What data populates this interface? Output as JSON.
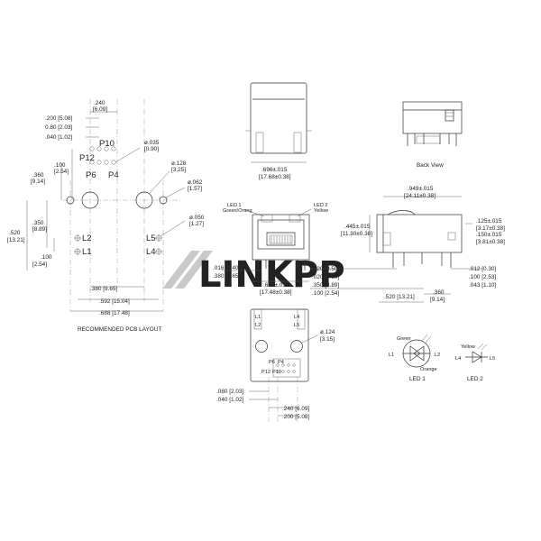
{
  "watermark": {
    "brand_a": "LINK",
    "brand_b": "PP"
  },
  "pcb_layout": {
    "title": "RECOMMENDED PCB LAYOUT",
    "top_dim": ".240\n[6.09]",
    "left_dims": [
      ".200 [5.08]",
      "0.80 [2.03]",
      ".040 [1.02]"
    ],
    "pin_labels": [
      "P12",
      "P10",
      "P6",
      "P4"
    ],
    "d100a": ".100",
    "d100a_mm": "[2.54]",
    "d360": ".360",
    "d360_mm": "[9.14]",
    "d350": ".350",
    "d350_mm": "[8.89]",
    "d520": ".520",
    "d520_mm": "[13.21]",
    "d100b": ".100",
    "d100b_mm": "[2.54]",
    "hole_035": "ø.035",
    "hole_035_mm": "[0.90]",
    "hole_128": "ø.128",
    "hole_128_mm": "[3.25]",
    "hole_062": "ø.062",
    "hole_062_mm": "[1.57]",
    "hole_050": "ø.050",
    "hole_050_mm": "[1.27]",
    "led_pins": [
      "L2",
      "L1",
      "L5",
      "L4"
    ],
    "bottom_dims": [
      ".380  [9.65]",
      ".592  [15.04]",
      ".688  [17.48]"
    ]
  },
  "top_view": {
    "width_dim": ".696±.015",
    "width_mm": "[17.68±0.38]"
  },
  "back_view": {
    "title": "Back View"
  },
  "front_view": {
    "led1": "LED 1",
    "led1_color": "Green/Orang",
    "led2": "LED 2",
    "led2_color": "Yellow",
    "d016": ".016  [0.40]",
    "d380": ".380  [9.65]",
    "width_dim": ".688±.015",
    "width_mm": "[17.48±0.38]"
  },
  "side_view": {
    "width_dim": ".949±.015",
    "width_mm": "[24.11±0.38]",
    "height_dim": ".445±.015",
    "height_mm": "[11.30±0.38]",
    "d125": ".125±.015",
    "d125_mm": "[3.17±0.38]",
    "d150": ".150±.015",
    "d150_mm": "[3.81±0.38]",
    "d020a": ".020  [0.50]",
    "d020b": ".020  [0.50]",
    "d350": ".350  [8.89]",
    "d100": ".100  [2.54]",
    "d012": ".012  [0.30]",
    "d100r": ".100  [2.53]",
    "d043": ".043  [1.10]",
    "d520": ".520  [13.21]",
    "d360": ".360",
    "d360_mm": "[9.14]"
  },
  "bottom_view": {
    "pins_left": [
      "L1",
      "L2"
    ],
    "pins_right": [
      "L4",
      "L5"
    ],
    "pin_labels": [
      "P6",
      "P4",
      "P12",
      "P10"
    ],
    "hole_dim": "ø.124",
    "hole_mm": "[3.15]",
    "d080": ".080  [2.03]",
    "d040": ".040  [1.02]",
    "d240": ".240  [6.09]",
    "d200": ".200  [5.08]"
  },
  "led_schematic": {
    "led1_label": "LED 1",
    "led2_label": "LED 2",
    "green": "Green",
    "orange": "Orange",
    "yellow": "Yellow",
    "l1": "L1",
    "l2": "L2",
    "l4": "L4",
    "l5": "L5"
  }
}
